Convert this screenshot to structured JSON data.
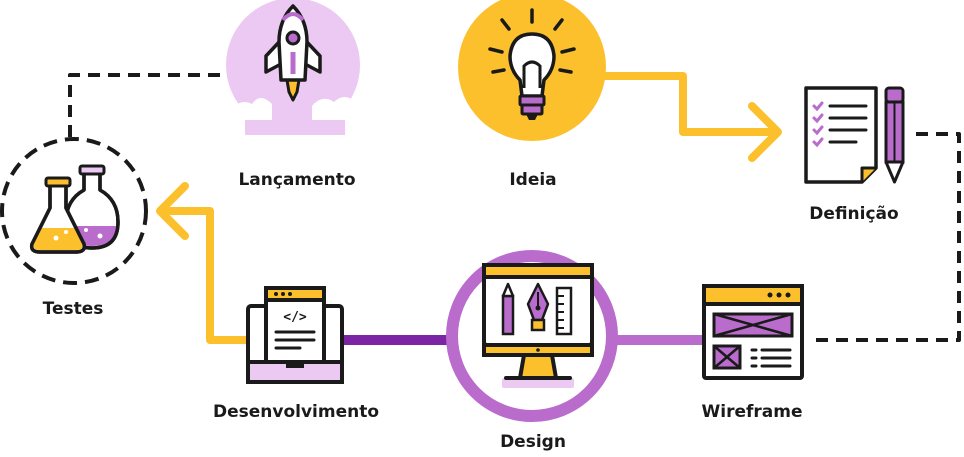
{
  "steps": {
    "ideia": "Ideia",
    "definicao": "Definição",
    "wireframe": "Wireframe",
    "design": "Design",
    "desenvolvimento": "Desenvolvimento",
    "testes": "Testes",
    "lancamento": "Lançamento"
  },
  "colors": {
    "yellow": "#fcc02c",
    "purple": "#b96ccc",
    "purple_dark": "#7b25a5",
    "lilac": "#ecc9f2",
    "dark": "#1a1a1a"
  }
}
